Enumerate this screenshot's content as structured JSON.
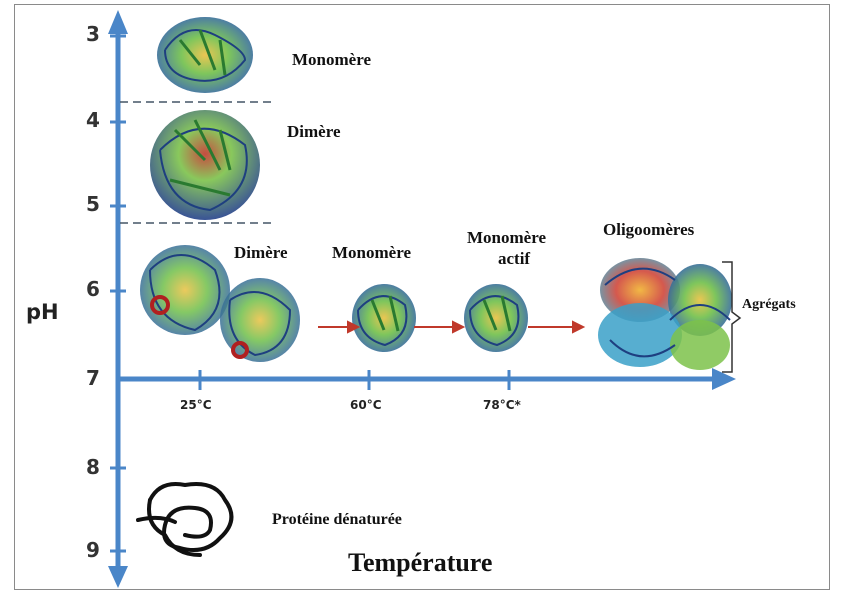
{
  "axes": {
    "y_label": "pH",
    "x_label": "Température",
    "ph_ticks": [
      "3",
      "4",
      "5",
      "6",
      "7",
      "8",
      "9"
    ],
    "temp_ticks": [
      "25°C",
      "60°C",
      "78°C*"
    ]
  },
  "states": {
    "monomere_top": "Monomère",
    "dimere_top": "Dimère",
    "dimere_mid": "Dimère",
    "monomere_mid": "Monomère",
    "monomere_actif_1": "Monomère",
    "monomere_actif_2": "actif",
    "oligomeres": "Oligoomères",
    "agregats": "Agrégats",
    "denaturee": "Protéine dénaturée"
  },
  "colors": {
    "axis": "#4a86c8",
    "reaction_arrow": "#c0392b",
    "separator": "#445566"
  },
  "icons": [
    "protein-monomer-icon",
    "protein-dimer-icon",
    "protein-oligomer-icon",
    "denatured-coil-icon"
  ]
}
